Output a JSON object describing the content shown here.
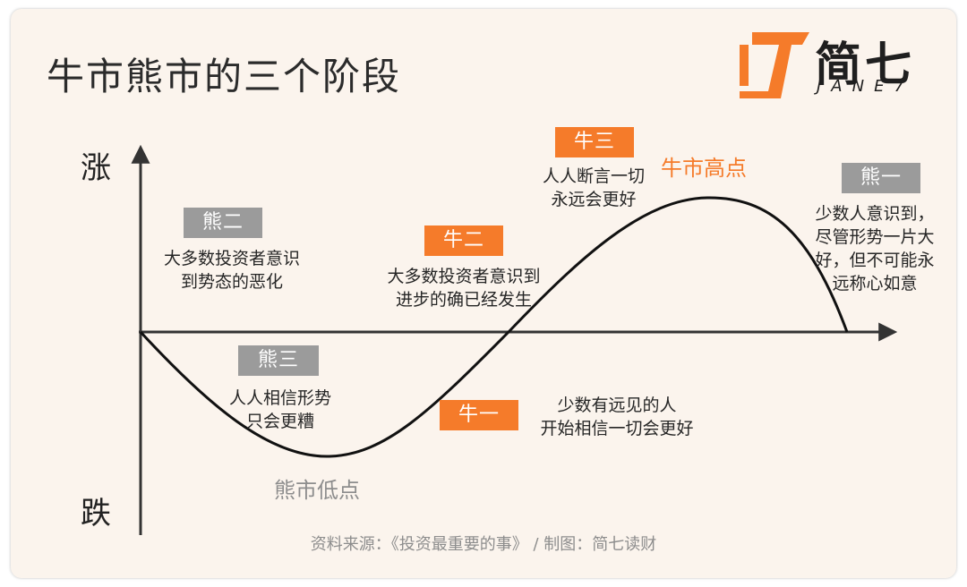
{
  "title": "牛市熊市的三个阶段",
  "logo": {
    "name_cn": "简七",
    "name_en": "JANE7",
    "brand_color": "#f57b2a"
  },
  "axis": {
    "up_label": "涨",
    "down_label": "跌"
  },
  "phases": {
    "bear_one": {
      "badge": "熊一",
      "lines": [
        "少数人意识到，",
        "尽管形势一片大",
        "好，但不可能永",
        "远称心如意"
      ]
    },
    "bear_two": {
      "badge": "熊二",
      "lines": [
        "大多数投资者意识",
        "到势态的恶化"
      ]
    },
    "bear_three": {
      "badge": "熊三",
      "lines": [
        "人人相信形势",
        "只会更糟"
      ]
    },
    "bull_one": {
      "badge": "牛一",
      "lines": [
        "少数有远见的人",
        "开始相信一切会更好"
      ]
    },
    "bull_two": {
      "badge": "牛二",
      "lines": [
        "大多数投资者意识到",
        "进步的确已经发生"
      ]
    },
    "bull_three": {
      "badge": "牛三",
      "lines": [
        "人人断言一切",
        "永远会更好"
      ]
    }
  },
  "peak_label": "牛市高点",
  "trough_label": "熊市低点",
  "source": "资料来源：《投资最重要的事》 / 制图：简七读财",
  "colors": {
    "bull": "#f57b2a",
    "bear": "#9b9b9b",
    "background": "#fbf4ed"
  }
}
